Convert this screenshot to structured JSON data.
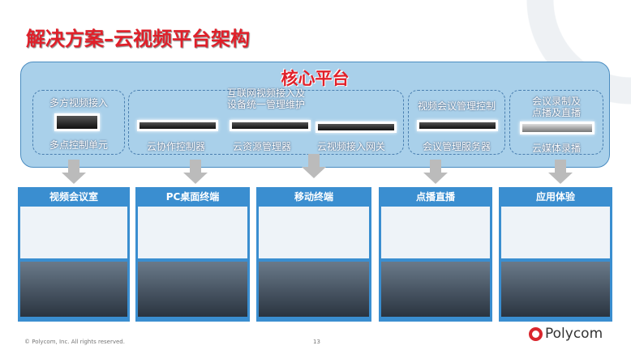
{
  "title": "解决方案–云视频平台架构",
  "core": {
    "title": "核心平台",
    "groups": [
      {
        "heading": "多方视频接入",
        "items": [
          "多点控制单元"
        ]
      },
      {
        "heading": "互联网视频接入及\n设备统一管理维护",
        "items": [
          "云协作控制器",
          "云资源管理器",
          "云视频接入网关"
        ]
      },
      {
        "heading": "视频会议管理控制",
        "items": [
          "会议管理服务器"
        ]
      },
      {
        "heading": "会议录制及\n点播及直播",
        "items": [
          "云媒体录播"
        ]
      }
    ]
  },
  "endpoints": [
    "视频会议室",
    "PC桌面终端",
    "移动终端",
    "点播直播",
    "应用体验"
  ],
  "footer": {
    "copyright": "© Polycom, Inc. All rights reserved.",
    "page": "13",
    "logo": "Polycom"
  }
}
